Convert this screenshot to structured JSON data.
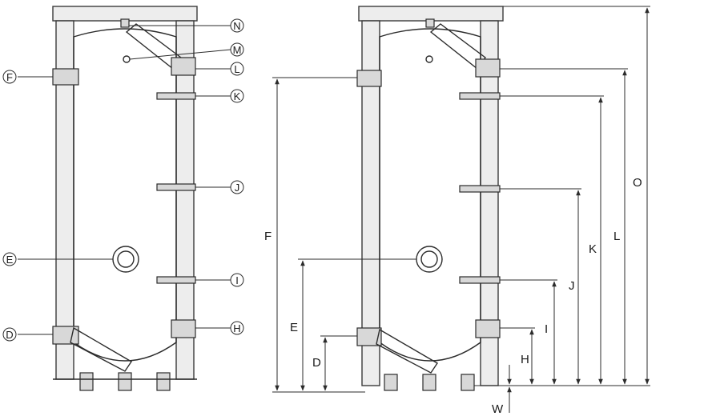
{
  "callouts": [
    "N",
    "M",
    "L",
    "K",
    "J",
    "I",
    "H",
    "F",
    "E",
    "D"
  ],
  "dimensions": [
    "O",
    "L",
    "K",
    "J",
    "I",
    "H",
    "F",
    "E",
    "D",
    "W"
  ]
}
